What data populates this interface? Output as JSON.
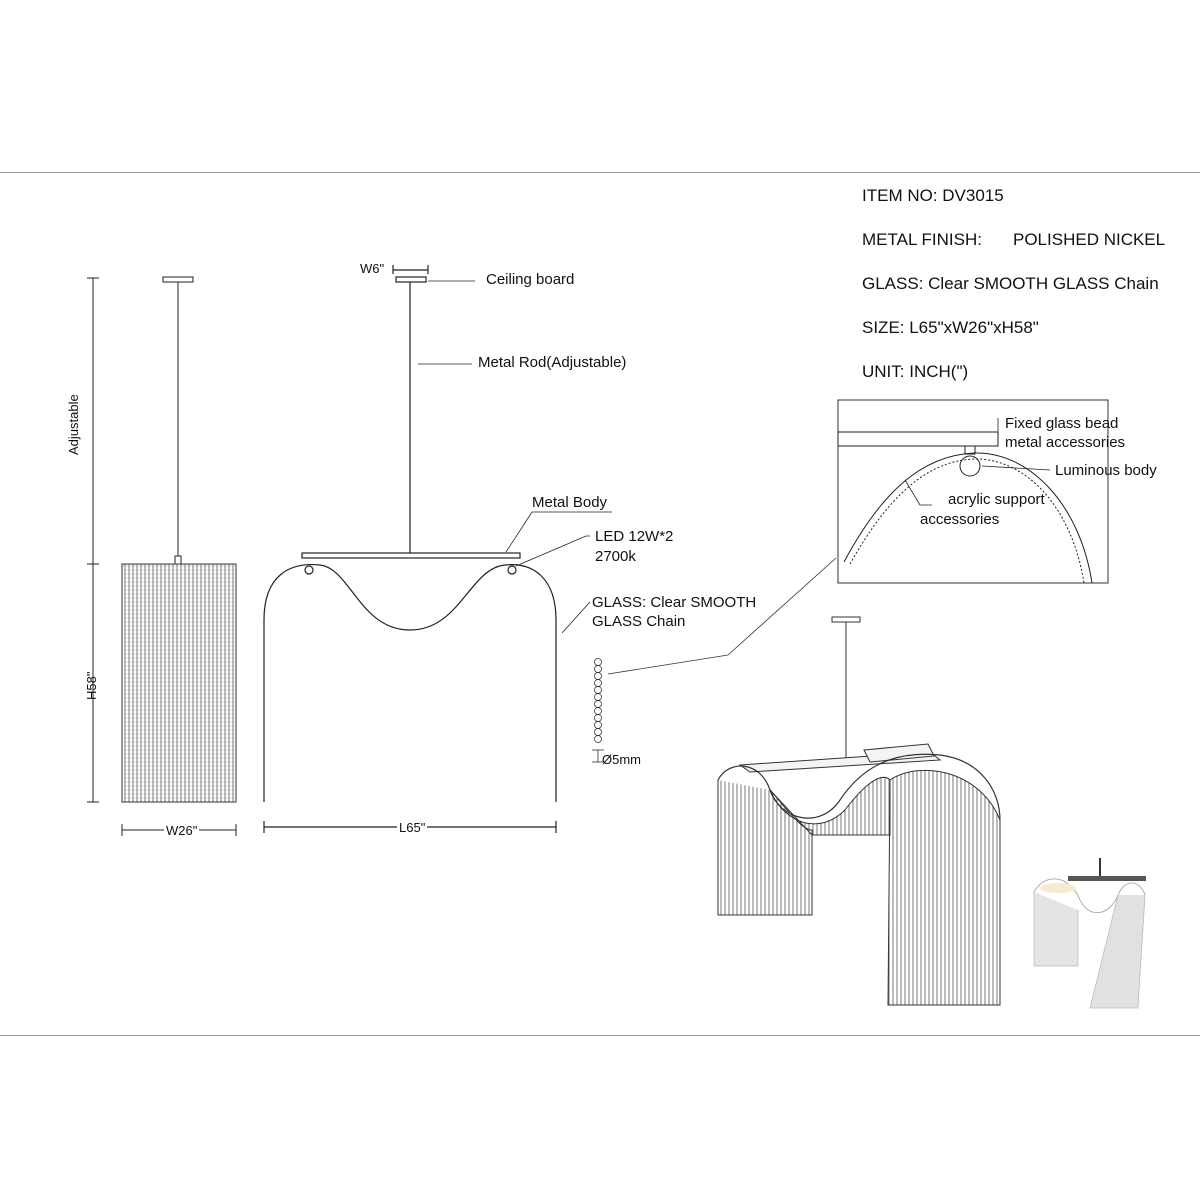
{
  "specs": {
    "item_no": "ITEM NO: DV3015",
    "metal_finish_label": "METAL FINISH:",
    "metal_finish_value": "POLISHED NICKEL",
    "glass": "GLASS: Clear SMOOTH GLASS Chain",
    "size": "SIZE: L65\"xW26\"xH58\"",
    "unit": "UNIT:  INCH(\")"
  },
  "dimensions": {
    "canopy_width": "W6\"",
    "adjustable": "Adjustable",
    "height": "H58\"",
    "width": "W26\"",
    "length": "L65\"",
    "bead_diameter": "Ø5mm"
  },
  "callouts": {
    "ceiling_board": "Ceiling board",
    "metal_rod": "Metal Rod(Adjustable)",
    "metal_body": "Metal Body",
    "led_line1": "LED  12W*2",
    "led_line2": "2700k",
    "glass_line1": "GLASS: Clear SMOOTH",
    "glass_line2": "GLASS Chain"
  },
  "detail": {
    "fixed_bead_line1": "Fixed glass bead",
    "fixed_bead_line2": "metal accessories",
    "luminous_body": "Luminous body",
    "acrylic_line1": "acrylic support",
    "acrylic_line2": "accessories"
  },
  "colors": {
    "line": "#222222",
    "hatch": "#555555",
    "frame": "#999999"
  }
}
